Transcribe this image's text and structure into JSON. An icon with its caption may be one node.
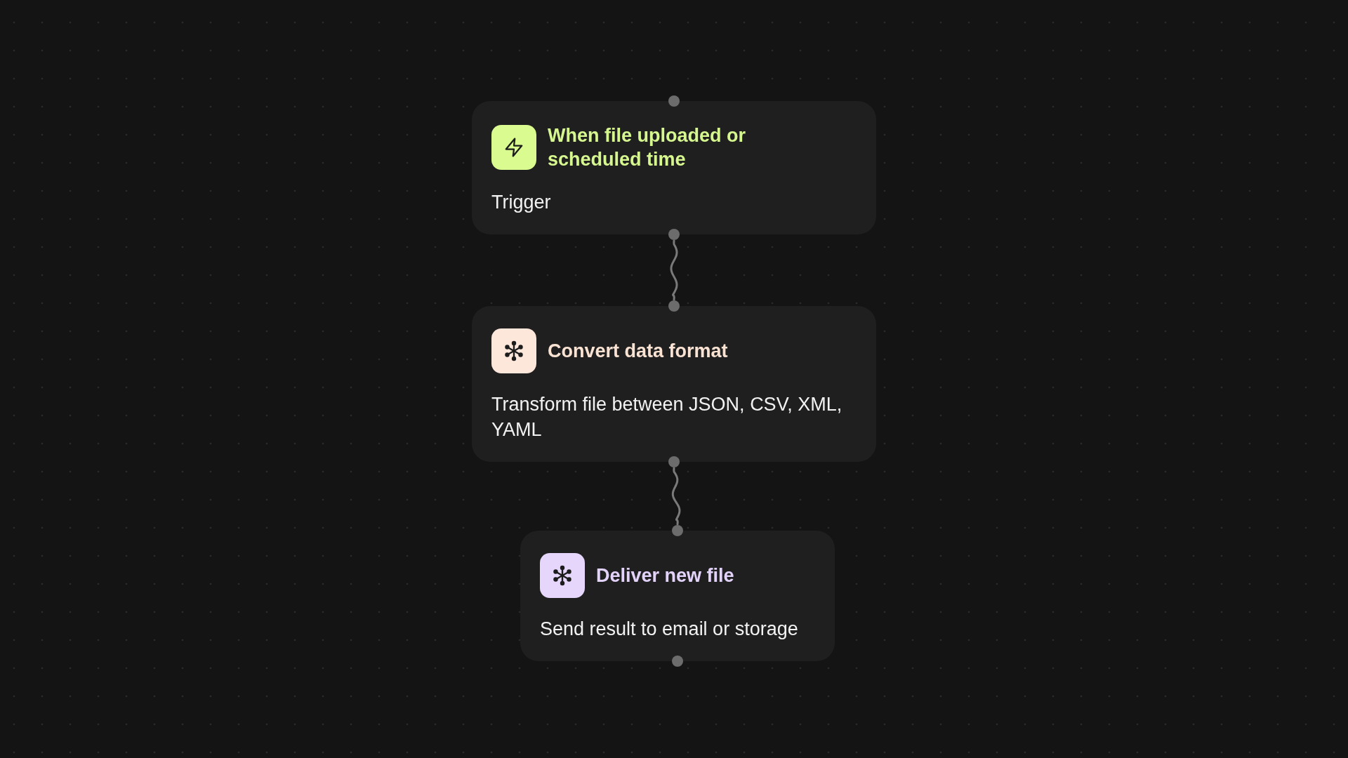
{
  "diagram": {
    "nodes": [
      {
        "text": [
          "When file uploaded or scheduled time",
          "Trigger"
        ]
      },
      {
        "text": [
          "Convert data format",
          "Transform file between JSON, CSV, XML, YAML"
        ]
      },
      {
        "text": [
          "Deliver new file",
          "Send result to email or storage"
        ]
      }
    ],
    "edges": [
      {
        "from": 0,
        "to": 1,
        "arrow": "none"
      },
      {
        "from": 1,
        "to": 2,
        "arrow": "none"
      }
    ]
  }
}
